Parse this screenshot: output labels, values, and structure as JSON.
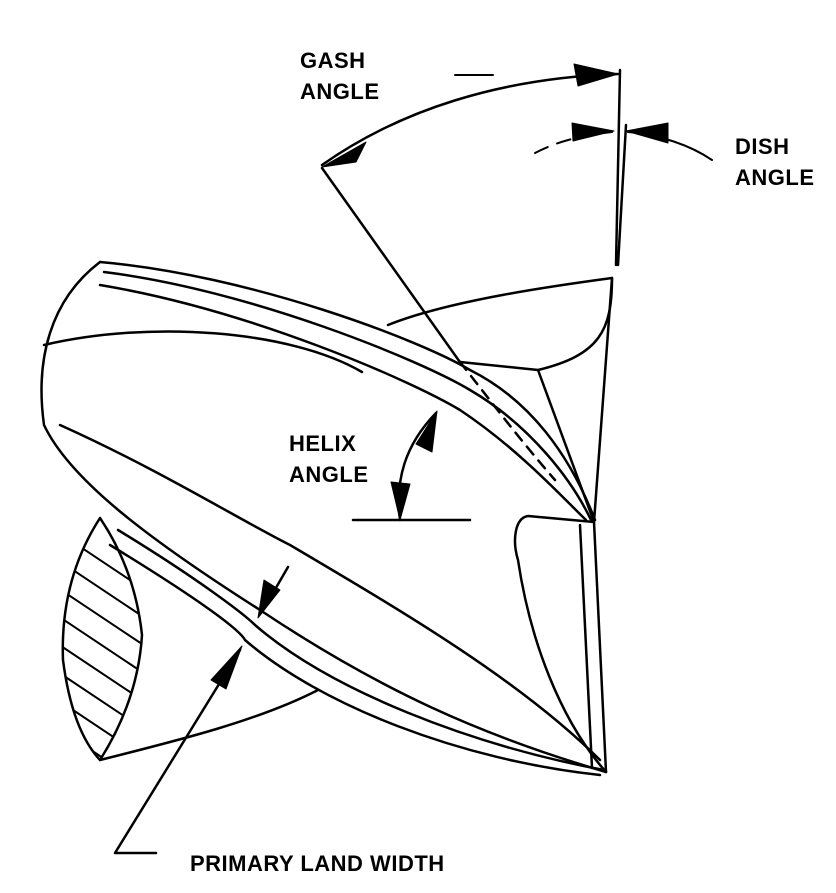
{
  "labels": {
    "gash_angle": [
      "GASH",
      "ANGLE"
    ],
    "dish_angle": [
      "DISH",
      "ANGLE"
    ],
    "helix_angle": [
      "HELIX",
      "ANGLE"
    ],
    "primary_land_width": "PRIMARY LAND WIDTH"
  },
  "colors": {
    "ink": "#000000",
    "paper": "#ffffff"
  }
}
